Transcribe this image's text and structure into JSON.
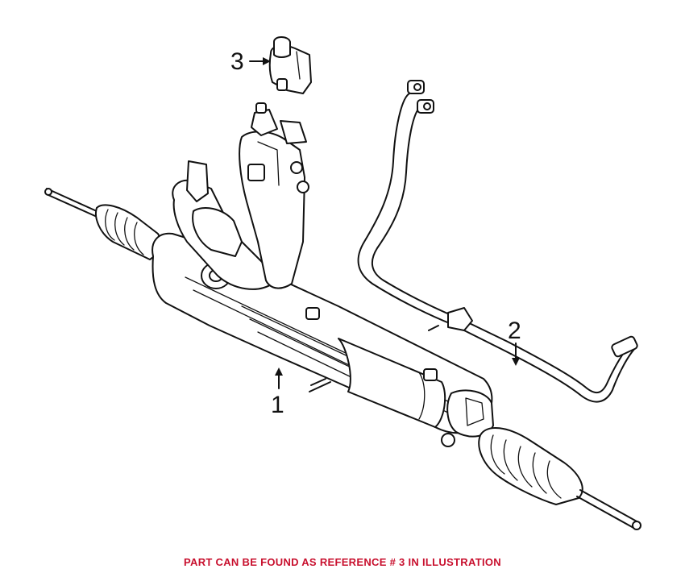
{
  "callouts": {
    "ref1": "1",
    "ref2": "2",
    "ref3": "3"
  },
  "footer": {
    "note": "PART CAN BE FOUND AS REFERENCE # 3 IN ILLUSTRATION"
  },
  "colors": {
    "note_text": "#c8102e",
    "line_art": "#111111"
  }
}
